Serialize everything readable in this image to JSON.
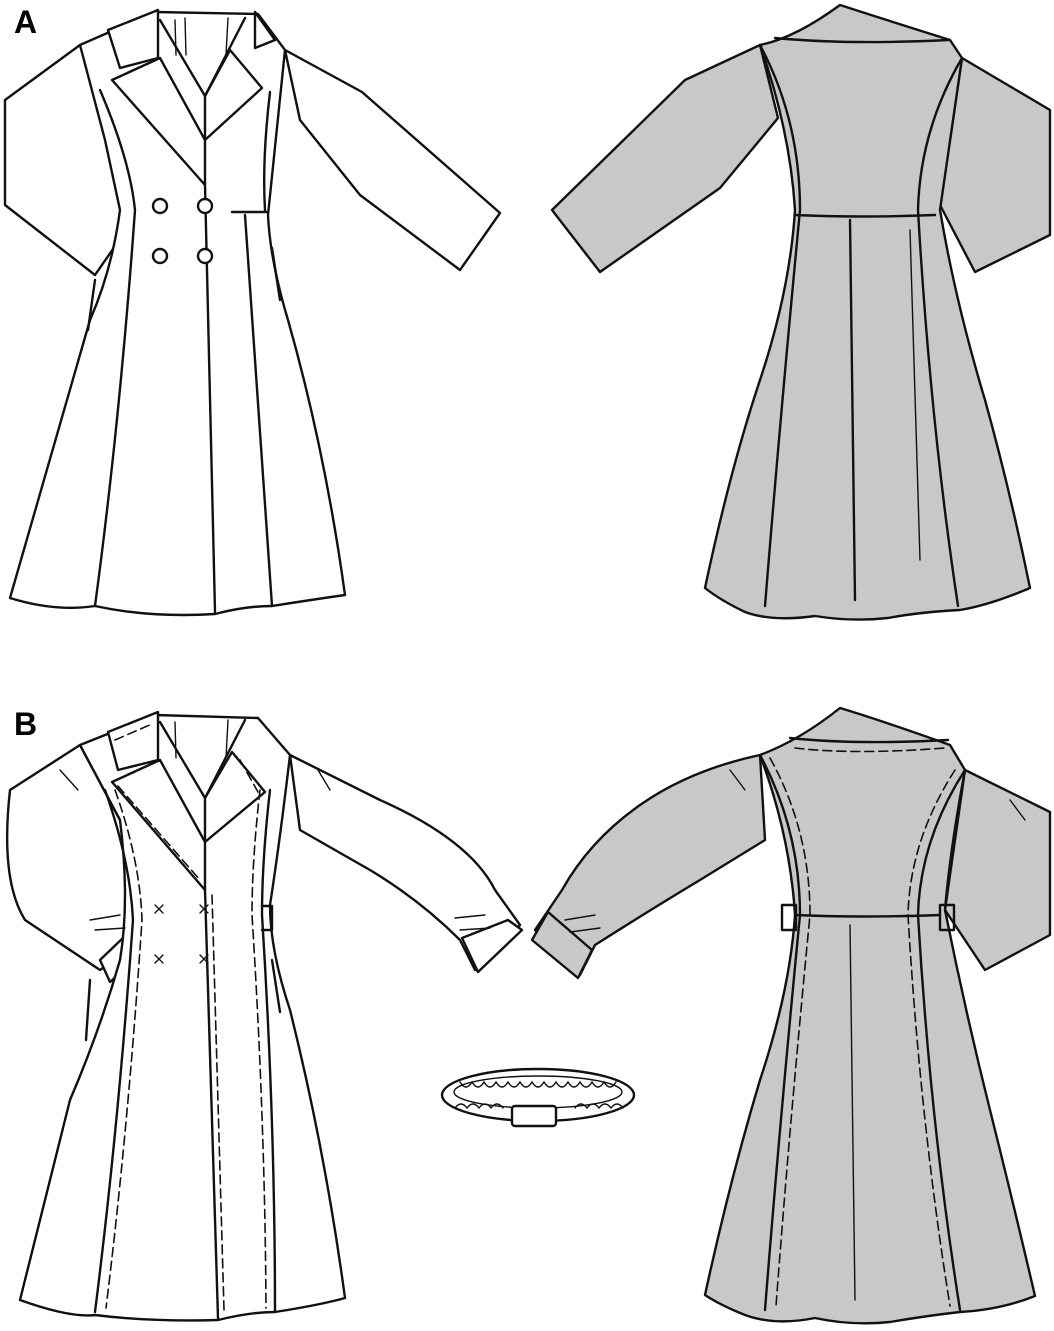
{
  "views": [
    {
      "id": "A",
      "label": "A"
    },
    {
      "id": "B",
      "label": "B"
    }
  ],
  "colors": {
    "line": "#111111",
    "front_fill": "#ffffff",
    "back_fill": "#c8c8c8",
    "background": "#ffffff"
  }
}
